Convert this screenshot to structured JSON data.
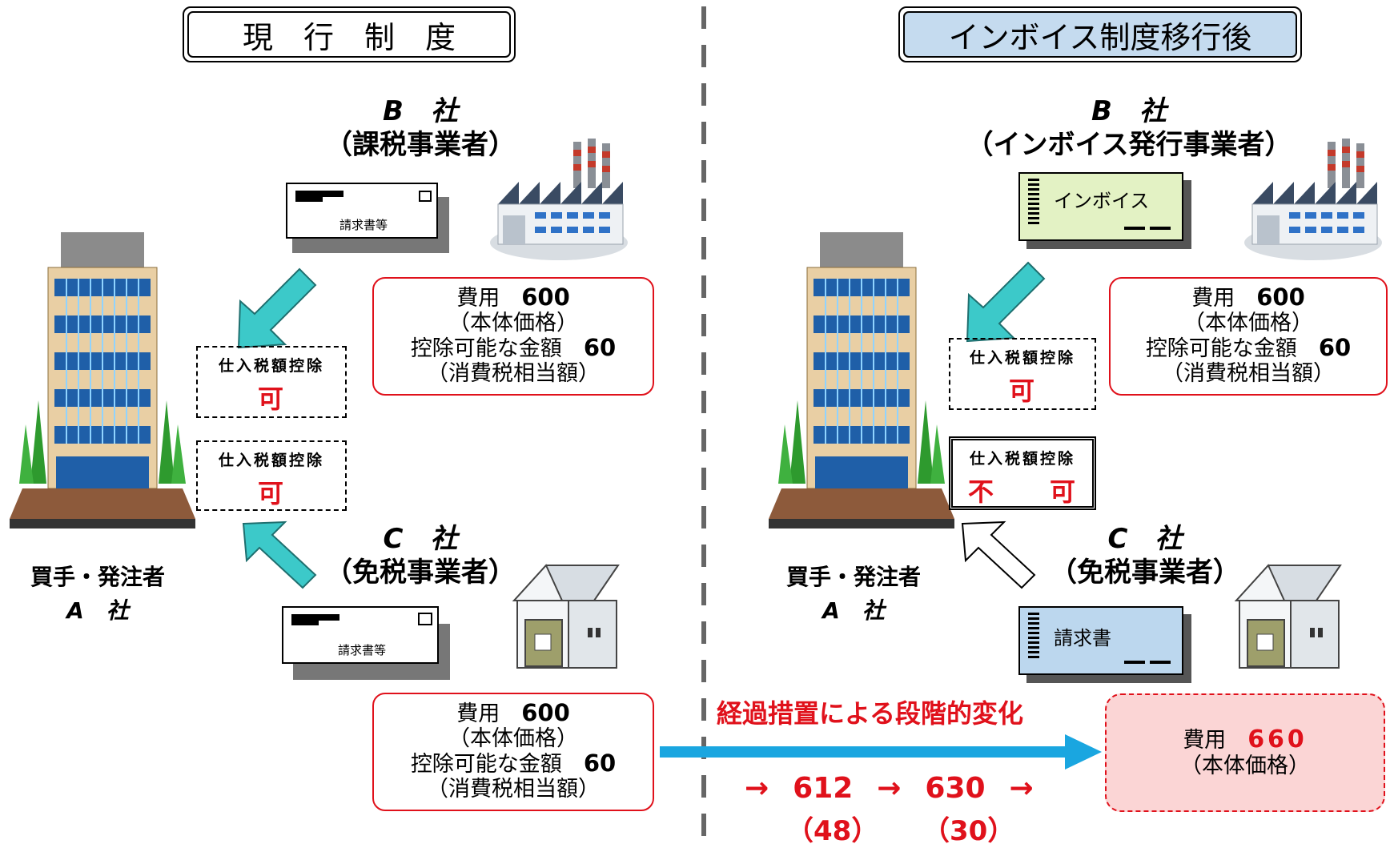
{
  "left": {
    "title": "現　行　制　度",
    "company_b": {
      "name": "B　社",
      "type": "（課税事業者）"
    },
    "company_c": {
      "name": "C　社",
      "type": "（免税事業者）"
    },
    "buyer": {
      "role": "買手・発注者",
      "name": "A　社"
    },
    "doc_b": "請求書等",
    "doc_c": "請求書等",
    "cost_b": {
      "label": "費用",
      "amount": "600",
      "sub": "（本体価格）",
      "deduct_label": "控除可能な金額",
      "deduct_amount": "60",
      "deduct_sub": "（消費税相当額）"
    },
    "cost_c": {
      "label": "費用",
      "amount": "600",
      "sub": "（本体価格）",
      "deduct_label": "控除可能な金額",
      "deduct_amount": "60",
      "deduct_sub": "（消費税相当額）"
    },
    "deduction_b": {
      "label": "仕入税額控除",
      "value": "可"
    },
    "deduction_c": {
      "label": "仕入税額控除",
      "value": "可"
    }
  },
  "right": {
    "title": "インボイス制度移行後",
    "company_b": {
      "name": "B　社",
      "type": "（インボイス発行事業者）"
    },
    "company_c": {
      "name": "C　社",
      "type": "（免税事業者）"
    },
    "buyer": {
      "role": "買手・発注者",
      "name": "A　社"
    },
    "doc_b": "インボイス",
    "doc_c": "請求書",
    "cost_b": {
      "label": "費用",
      "amount": "600",
      "sub": "（本体価格）",
      "deduct_label": "控除可能な金額",
      "deduct_amount": "60",
      "deduct_sub": "（消費税相当額）"
    },
    "deduction_b": {
      "label": "仕入税額控除",
      "value": "可"
    },
    "deduction_c": {
      "label": "仕入税額控除",
      "value": "不　　可"
    },
    "final_cost": {
      "label": "費用",
      "amount": "660",
      "sub": "（本体価格）"
    }
  },
  "transition": {
    "label": "経過措置による段階的変化",
    "arrow": "→",
    "step1": {
      "amount": "612",
      "deduct": "（48）"
    },
    "step2": {
      "amount": "630",
      "deduct": "（30）"
    }
  },
  "colors": {
    "accent_red": "#e0111b",
    "arrow_blue": "#1aa6e0",
    "teal_arrow": "#3cc9c9",
    "right_title_bg": "#c5dbef",
    "invoice_bg": "#e3f2c4",
    "bill_bg": "#bcd7ee",
    "final_bg": "#fbd5d5"
  }
}
